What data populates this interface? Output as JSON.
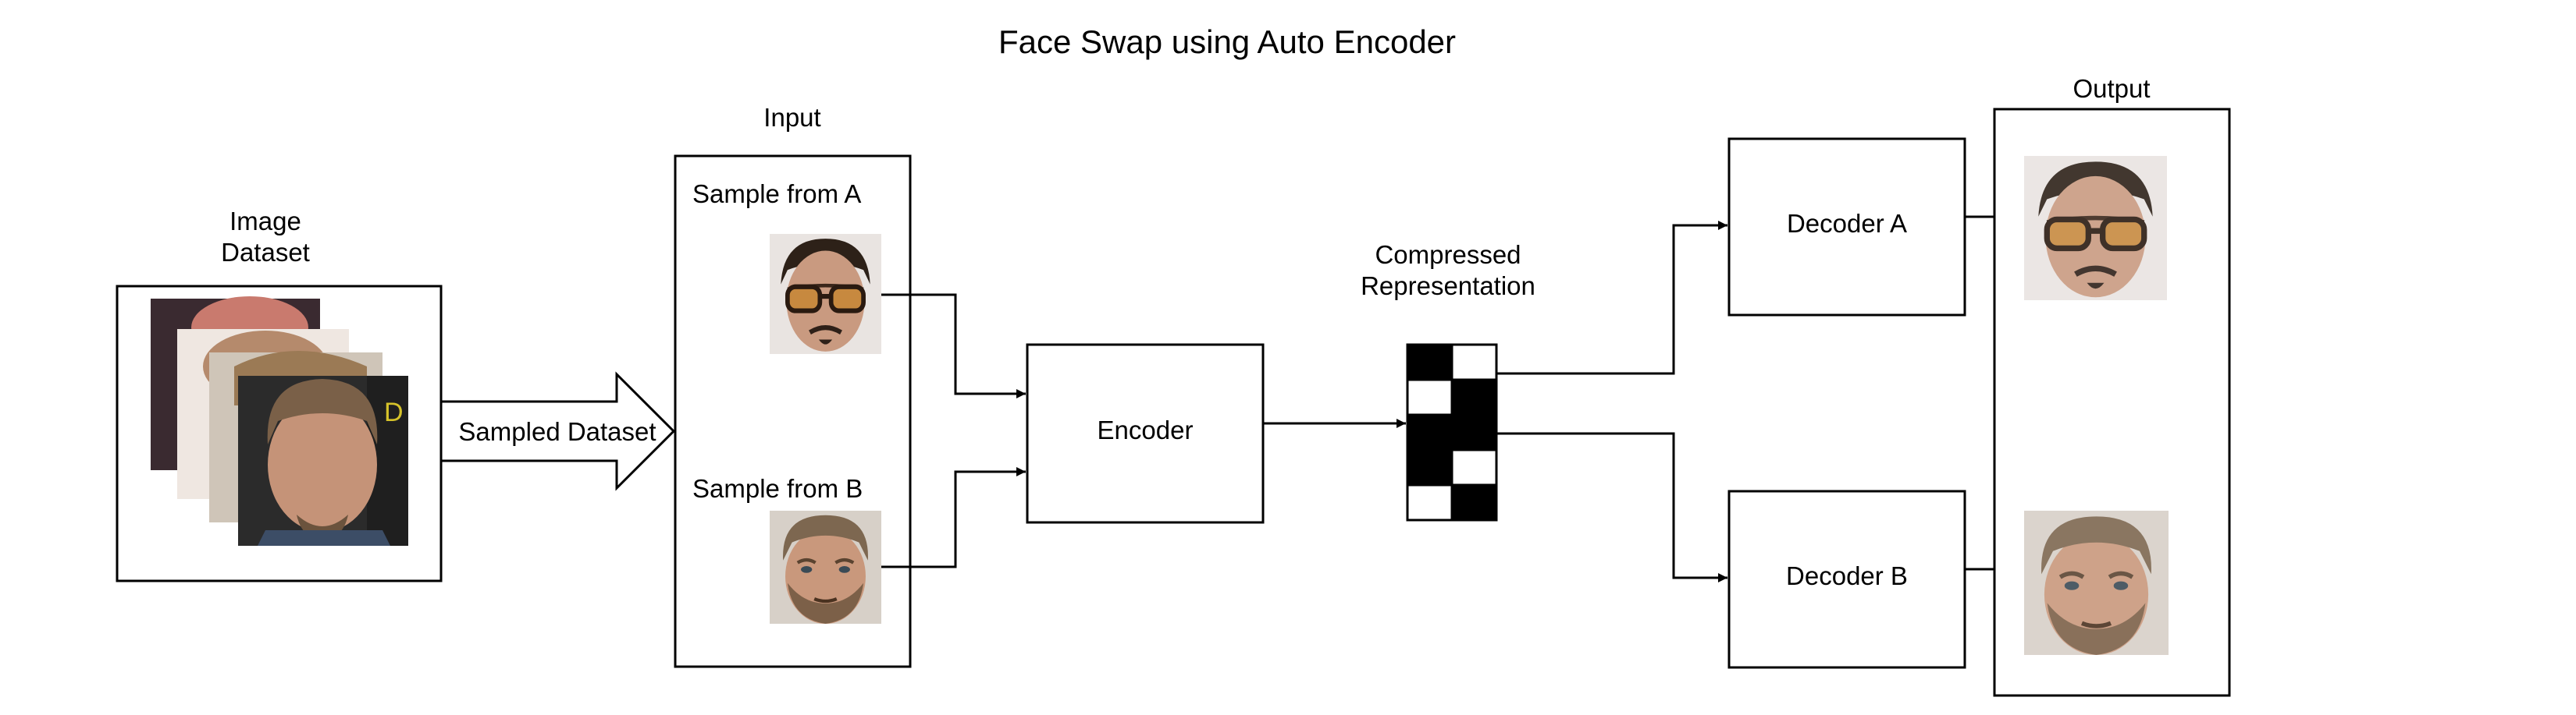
{
  "title": "Face Swap using Auto Encoder",
  "image_dataset": {
    "label_line1": "Image",
    "label_line2": "Dataset"
  },
  "sampled_arrow": {
    "label": "Sampled Dataset"
  },
  "input": {
    "label": "Input",
    "sample_a": "Sample from A",
    "sample_b": "Sample from B"
  },
  "encoder": {
    "label": "Encoder"
  },
  "compressed": {
    "label_line1": "Compressed",
    "label_line2": "Representation"
  },
  "decoder_a": {
    "label": "Decoder A"
  },
  "decoder_b": {
    "label": "Decoder B"
  },
  "output": {
    "label": "Output"
  },
  "colors": {
    "line": "#000000",
    "background": "#ffffff",
    "skin": "#c9987c",
    "hair_b": "#7d6750",
    "glasses": "#2a1a10",
    "lens": "#c7893f"
  }
}
